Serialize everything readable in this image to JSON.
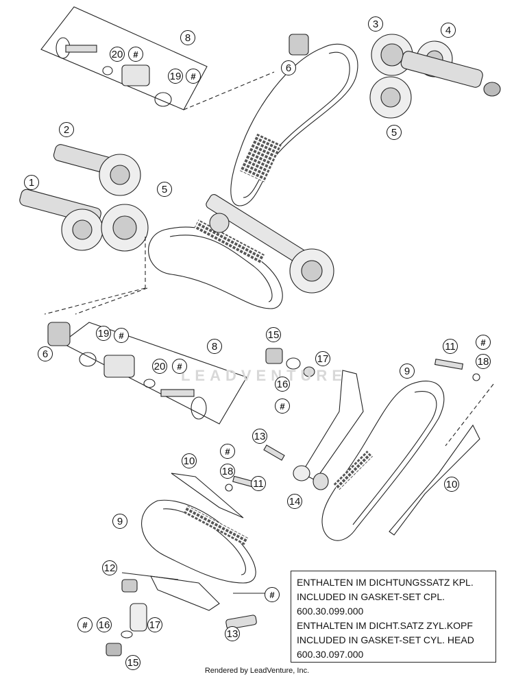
{
  "callouts": {
    "c1": "1",
    "c2": "2",
    "c3": "3",
    "c4": "4",
    "c5a": "5",
    "c5b": "5",
    "c6a": "6",
    "c6b": "6",
    "c8a": "8",
    "c8b": "8",
    "c9a": "9",
    "c9b": "9",
    "c10a": "10",
    "c10b": "10",
    "c11a": "11",
    "c11b": "11",
    "c12": "12",
    "c13a": "13",
    "c13b": "13",
    "c14": "14",
    "c15a": "15",
    "c15b": "15",
    "c16a": "16",
    "c16b": "16",
    "c17a": "17",
    "c17b": "17",
    "c18a": "18",
    "c18b": "18",
    "c19a": "19",
    "c19b": "19",
    "c20a": "20",
    "c20b": "20",
    "hash": "#"
  },
  "legend": {
    "marker": "#",
    "line1": "ENTHALTEN IM DICHTUNGSSATZ KPL.",
    "line2": "INCLUDED IN GASKET-SET CPL.",
    "line3": "600.30.099.000",
    "line4": "ENTHALTEN IM DICHT.SATZ ZYL.KOPF",
    "line5": "INCLUDED IN GASKET-SET CYL. HEAD",
    "line6": "600.30.097.000"
  },
  "watermark": "LEADVENTURE",
  "credit": "Rendered by LeadVenture, Inc."
}
